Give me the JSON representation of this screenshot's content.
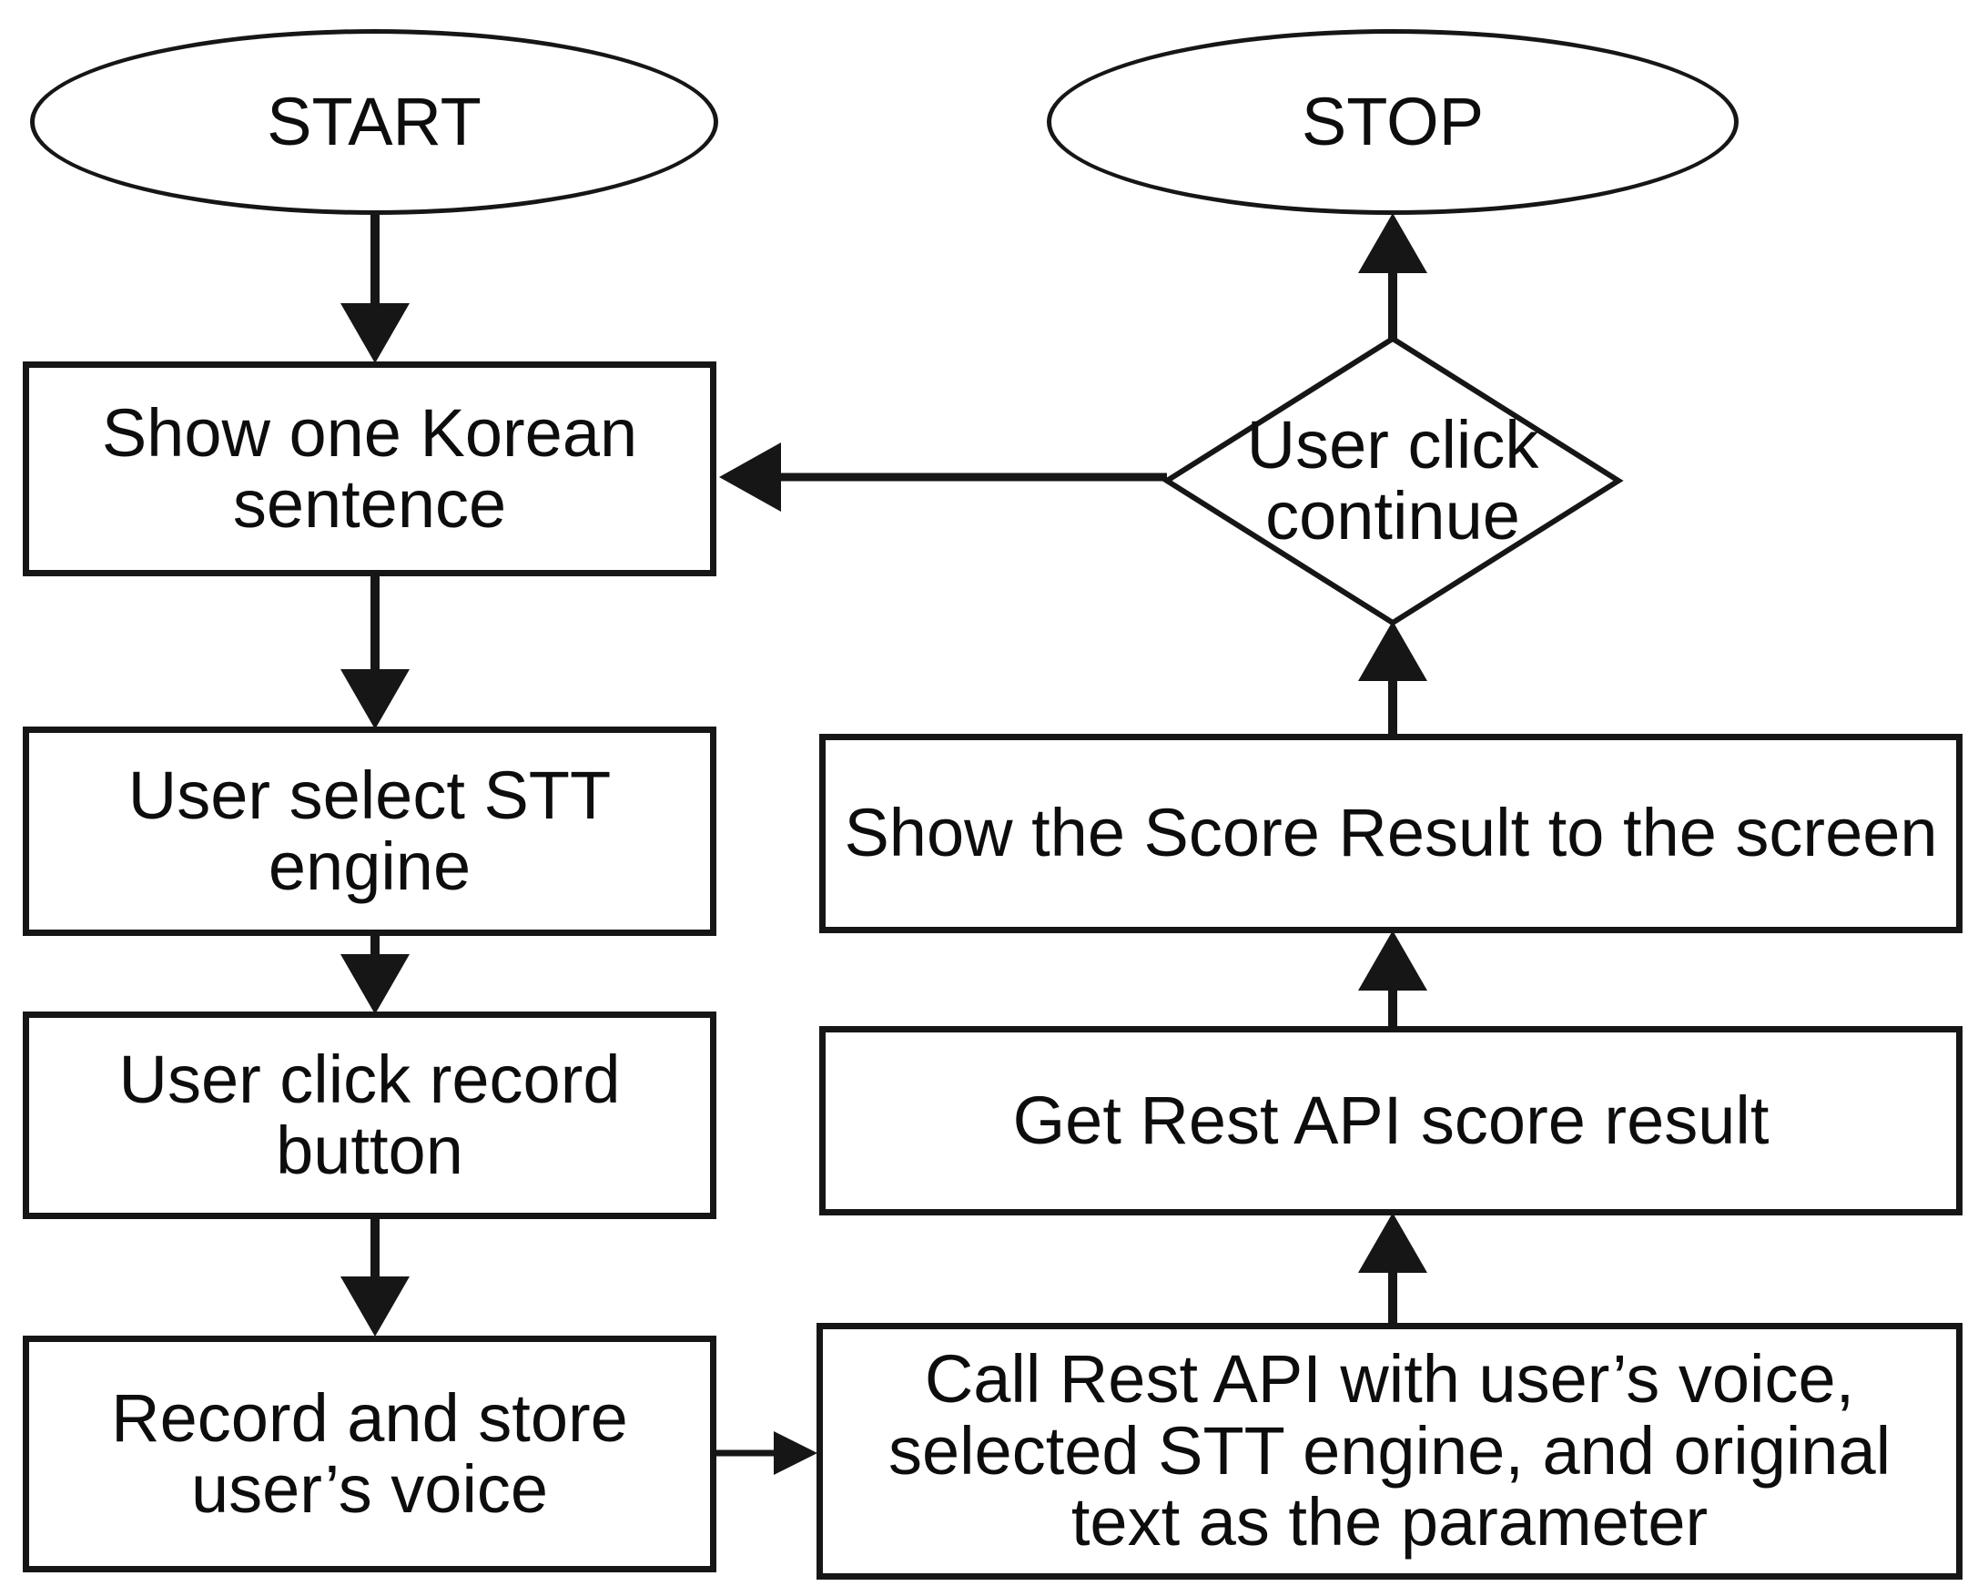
{
  "page": {
    "background_color": "#ffffff",
    "ink_color": "#161616"
  },
  "flowchart": {
    "nodes": {
      "start": {
        "shape": "terminator-ellipse",
        "label": "START"
      },
      "stop": {
        "shape": "terminator-ellipse",
        "label": "STOP"
      },
      "show_sentence": {
        "shape": "process-rect",
        "label": "Show one Korean\nsentence"
      },
      "select_engine": {
        "shape": "process-rect",
        "label": "User select STT\nengine"
      },
      "click_record": {
        "shape": "process-rect",
        "label": "User click record\nbutton"
      },
      "record_store": {
        "shape": "process-rect",
        "label": "Record and store\nuser’s voice"
      },
      "call_api": {
        "shape": "process-rect",
        "label": "Call Rest API with user’s voice,\nselected STT engine, and original\ntext as the parameter"
      },
      "get_score": {
        "shape": "process-rect",
        "label": "Get Rest API score result"
      },
      "show_score": {
        "shape": "process-rect",
        "label": "Show the Score Result to the screen"
      },
      "continue_decision": {
        "shape": "decision-diamond",
        "label": "User click\ncontinue"
      }
    },
    "edges": [
      {
        "from": "start",
        "to": "show_sentence",
        "direction": "down"
      },
      {
        "from": "show_sentence",
        "to": "select_engine",
        "direction": "down"
      },
      {
        "from": "select_engine",
        "to": "click_record",
        "direction": "down"
      },
      {
        "from": "click_record",
        "to": "record_store",
        "direction": "down"
      },
      {
        "from": "record_store",
        "to": "call_api",
        "direction": "right"
      },
      {
        "from": "call_api",
        "to": "get_score",
        "direction": "up"
      },
      {
        "from": "get_score",
        "to": "show_score",
        "direction": "up"
      },
      {
        "from": "show_score",
        "to": "continue_decision",
        "direction": "up"
      },
      {
        "from": "continue_decision",
        "to": "stop",
        "direction": "up"
      },
      {
        "from": "continue_decision",
        "to": "show_sentence",
        "direction": "left"
      }
    ]
  }
}
